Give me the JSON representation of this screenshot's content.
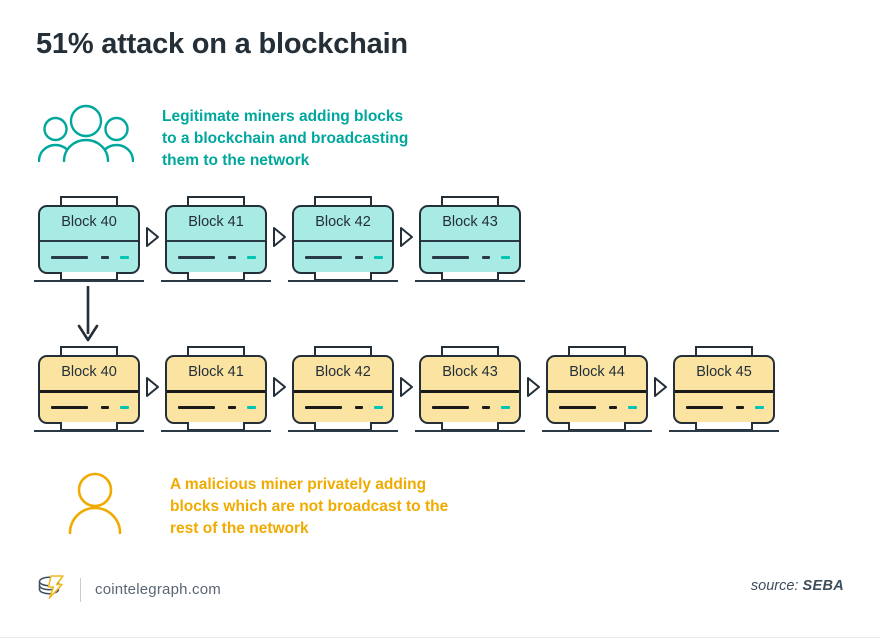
{
  "title": "51% attack on a blockchain",
  "colors": {
    "title": "#242f38",
    "legit_accent": "#00a79d",
    "malicious_accent": "#f0ab00",
    "legit_block_fill": "#a8ebe4",
    "malicious_block_fill": "#fbe3a1",
    "block_outline": "#242f38",
    "dash_accent": "#00c4b3",
    "footer_text": "#5a6673"
  },
  "legend_top": {
    "icon": "three-people-icon",
    "text": "Legitimate miners adding blocks\nto a blockchain and broadcasting\nthem to the network"
  },
  "legend_bottom": {
    "icon": "single-person-icon",
    "text": "A malicious miner privately adding\nblocks which are not broadcast to the\nrest of the network"
  },
  "chains": [
    {
      "name": "legitimate-chain",
      "variant": "legit",
      "blocks": [
        {
          "label": "Block 40"
        },
        {
          "label": "Block 41"
        },
        {
          "label": "Block 42"
        },
        {
          "label": "Block 43"
        }
      ]
    },
    {
      "name": "malicious-chain",
      "variant": "malicious",
      "blocks": [
        {
          "label": "Block 40"
        },
        {
          "label": "Block 41"
        },
        {
          "label": "Block 42"
        },
        {
          "label": "Block 43"
        },
        {
          "label": "Block 44"
        },
        {
          "label": "Block 45"
        }
      ]
    }
  ],
  "fork_arrow": "down-arrow-icon",
  "footer": {
    "logo": "cointelegraph-logo-icon",
    "brand": "cointelegraph.com",
    "source_label": "source:",
    "source_value": "SEBA"
  }
}
